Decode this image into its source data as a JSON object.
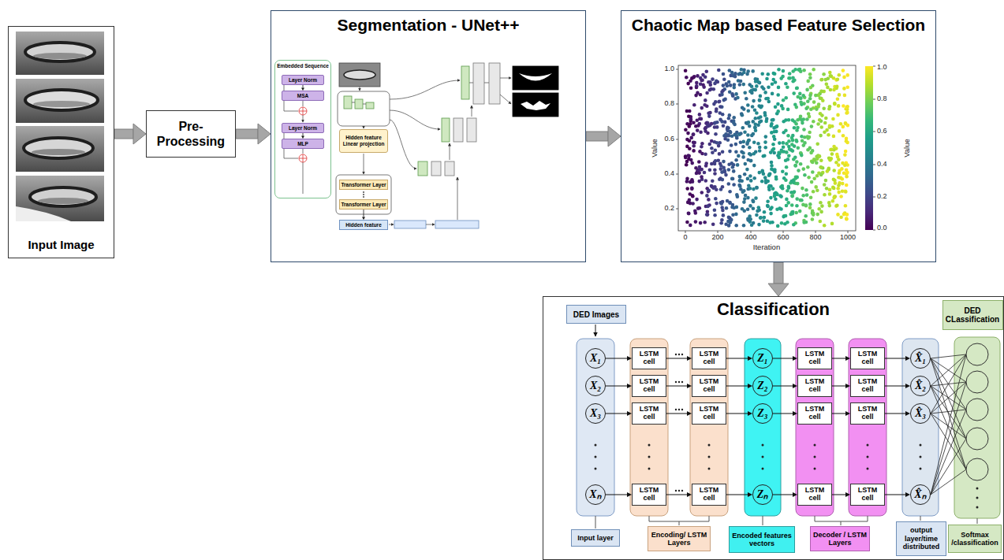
{
  "diagram": {
    "nodes": [
      {
        "text": [
          "Input Image"
        ]
      },
      {
        "text": [
          "Pre-Processing"
        ]
      },
      {
        "text": [
          "Segmentation - UNet++"
        ]
      },
      {
        "text": [
          "Embedded Sequence"
        ],
        "in": 2
      },
      {
        "text": [
          "Layer Norm"
        ],
        "in": 3
      },
      {
        "text": [
          "MSA"
        ],
        "in": 3
      },
      {
        "text": [
          "Layer Norm"
        ],
        "in": 3
      },
      {
        "text": [
          "MLP"
        ],
        "in": 3
      },
      {
        "text": [
          "Hidden feature",
          "Linear projection"
        ],
        "in": 2
      },
      {
        "text": [
          "Transformer Layer"
        ],
        "in": 2
      },
      {
        "text": [
          "Transformer Layer"
        ],
        "in": 2
      },
      {
        "text": [
          "Hidden feature"
        ],
        "in": 2
      },
      {
        "text": [
          "Chaotic Map based Feature Selection"
        ]
      },
      {
        "text": [
          "Classification"
        ]
      },
      {
        "text": [
          "DED Images"
        ],
        "in": 13
      },
      {
        "text": [
          "DED CLassification"
        ],
        "in": 13
      },
      {
        "text": [
          "X₁"
        ],
        "in": 13
      },
      {
        "text": [
          "X₂"
        ],
        "in": 13
      },
      {
        "text": [
          "X₃"
        ],
        "in": 13
      },
      {
        "text": [
          "Xₙ"
        ],
        "in": 13
      },
      {
        "text": [
          "LSTM cell"
        ],
        "in": 13
      },
      {
        "text": [
          "LSTM cell"
        ],
        "in": 13
      },
      {
        "text": [
          "LSTM cell"
        ],
        "in": 13
      },
      {
        "text": [
          "LSTM cell"
        ],
        "in": 13
      },
      {
        "text": [
          "LSTM cell"
        ],
        "in": 13
      },
      {
        "text": [
          "LSTM cell"
        ],
        "in": 13
      },
      {
        "text": [
          "LSTM cell"
        ],
        "in": 13
      },
      {
        "text": [
          "LSTM cell"
        ],
        "in": 13
      },
      {
        "text": [
          "Z₁"
        ],
        "in": 13
      },
      {
        "text": [
          "Z₂"
        ],
        "in": 13
      },
      {
        "text": [
          "Z₃"
        ],
        "in": 13
      },
      {
        "text": [
          "Zₙ"
        ],
        "in": 13
      },
      {
        "text": [
          "LSTM cell"
        ],
        "in": 13
      },
      {
        "text": [
          "LSTM cell"
        ],
        "in": 13
      },
      {
        "text": [
          "LSTM cell"
        ],
        "in": 13
      },
      {
        "text": [
          "LSTM cell"
        ],
        "in": 13
      },
      {
        "text": [
          "LSTM cell"
        ],
        "in": 13
      },
      {
        "text": [
          "LSTM cell"
        ],
        "in": 13
      },
      {
        "text": [
          "LSTM cell"
        ],
        "in": 13
      },
      {
        "text": [
          "LSTM cell"
        ],
        "in": 13
      },
      {
        "text": [
          "X̂₁"
        ],
        "in": 13
      },
      {
        "text": [
          "X̂₂"
        ],
        "in": 13
      },
      {
        "text": [
          "X̂₃"
        ],
        "in": 13
      },
      {
        "text": [
          "X̂ₙ"
        ],
        "in": 13
      },
      {
        "text": [
          "Input layer"
        ],
        "in": 13
      },
      {
        "text": [
          "Encoding/ LSTM Layers"
        ],
        "in": 13
      },
      {
        "text": [
          "Encoded features vectors"
        ],
        "in": 13
      },
      {
        "text": [
          "Decoder / LSTM Layers"
        ],
        "in": 13
      },
      {
        "text": [
          "output layer/time distributed"
        ],
        "in": 13
      },
      {
        "text": [
          "Softmax /classification"
        ],
        "in": 13
      }
    ],
    "edges": [
      {
        "from": 0,
        "to": 1,
        "arrow": "to"
      },
      {
        "from": 1,
        "to": 2,
        "arrow": "to"
      },
      {
        "from": 2,
        "to": 12,
        "arrow": "to"
      },
      {
        "from": 12,
        "to": 13,
        "arrow": "to"
      },
      {
        "from": 4,
        "to": 5,
        "arrow": "to"
      },
      {
        "from": 6,
        "to": 7,
        "arrow": "to"
      },
      {
        "from": 10,
        "to": 11,
        "arrow": "to"
      },
      {
        "from": 16,
        "to": 20,
        "arrow": "to"
      },
      {
        "from": 20,
        "to": 24,
        "arrow": "to"
      },
      {
        "from": 24,
        "to": 28,
        "arrow": "to"
      },
      {
        "from": 28,
        "to": 32,
        "arrow": "to"
      },
      {
        "from": 32,
        "to": 36,
        "arrow": "to"
      },
      {
        "from": 36,
        "to": 40,
        "arrow": "to"
      },
      {
        "from": 17,
        "to": 21,
        "arrow": "to"
      },
      {
        "from": 21,
        "to": 25,
        "arrow": "to"
      },
      {
        "from": 25,
        "to": 29,
        "arrow": "to"
      },
      {
        "from": 29,
        "to": 33,
        "arrow": "to"
      },
      {
        "from": 33,
        "to": 37,
        "arrow": "to"
      },
      {
        "from": 37,
        "to": 41,
        "arrow": "to"
      },
      {
        "from": 18,
        "to": 22,
        "arrow": "to"
      },
      {
        "from": 22,
        "to": 26,
        "arrow": "to"
      },
      {
        "from": 26,
        "to": 30,
        "arrow": "to"
      },
      {
        "from": 30,
        "to": 34,
        "arrow": "to"
      },
      {
        "from": 34,
        "to": 38,
        "arrow": "to"
      },
      {
        "from": 38,
        "to": 42,
        "arrow": "to"
      },
      {
        "from": 19,
        "to": 23,
        "arrow": "to"
      },
      {
        "from": 23,
        "to": 27,
        "arrow": "to"
      },
      {
        "from": 27,
        "to": 31,
        "arrow": "to"
      },
      {
        "from": 31,
        "to": 35,
        "arrow": "to"
      },
      {
        "from": 35,
        "to": 39,
        "arrow": "to"
      },
      {
        "from": 39,
        "to": 43,
        "arrow": "to"
      }
    ],
    "labels": [
      "Iteration",
      "Value",
      "Value",
      "0",
      "200",
      "400",
      "600",
      "800",
      "1000",
      "0.2",
      "0.4",
      "0.6",
      "0.8",
      "1.0",
      "0.0",
      "0.2",
      "0.4",
      "0.6",
      "0.8",
      "1.0"
    ]
  }
}
